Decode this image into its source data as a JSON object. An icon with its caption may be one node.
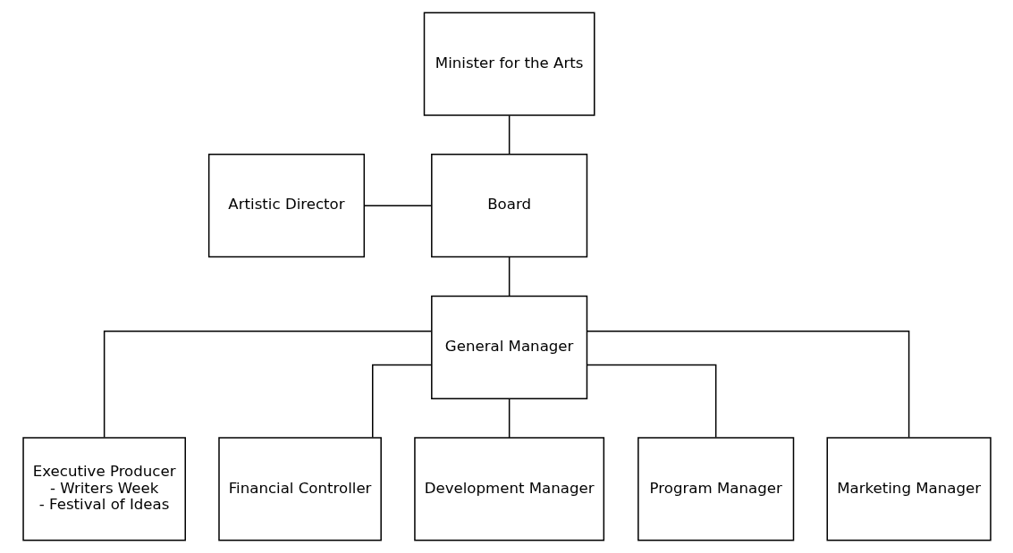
{
  "diagram": {
    "nodes": [
      {
        "text": [
          "Minister for the Arts"
        ]
      },
      {
        "text": [
          "Artistic Director"
        ]
      },
      {
        "text": [
          "Board"
        ]
      },
      {
        "text": [
          "General Manager"
        ]
      },
      {
        "text": [
          "Executive Producer",
          "- Writers Week",
          "- Festival of Ideas"
        ]
      },
      {
        "text": [
          "Financial Controller"
        ]
      },
      {
        "text": [
          "Development Manager"
        ]
      },
      {
        "text": [
          "Program Manager"
        ]
      },
      {
        "text": [
          "Marketing Manager"
        ]
      }
    ],
    "edges": [
      {
        "from": 0,
        "to": 2,
        "arrow": "none"
      },
      {
        "from": 1,
        "to": 2,
        "arrow": "none"
      },
      {
        "from": 2,
        "to": 3,
        "arrow": "none"
      },
      {
        "from": 3,
        "to": 4,
        "arrow": "none"
      },
      {
        "from": 3,
        "to": 5,
        "arrow": "none"
      },
      {
        "from": 3,
        "to": 6,
        "arrow": "none"
      },
      {
        "from": 3,
        "to": 7,
        "arrow": "none"
      },
      {
        "from": 3,
        "to": 8,
        "arrow": "none"
      }
    ]
  }
}
